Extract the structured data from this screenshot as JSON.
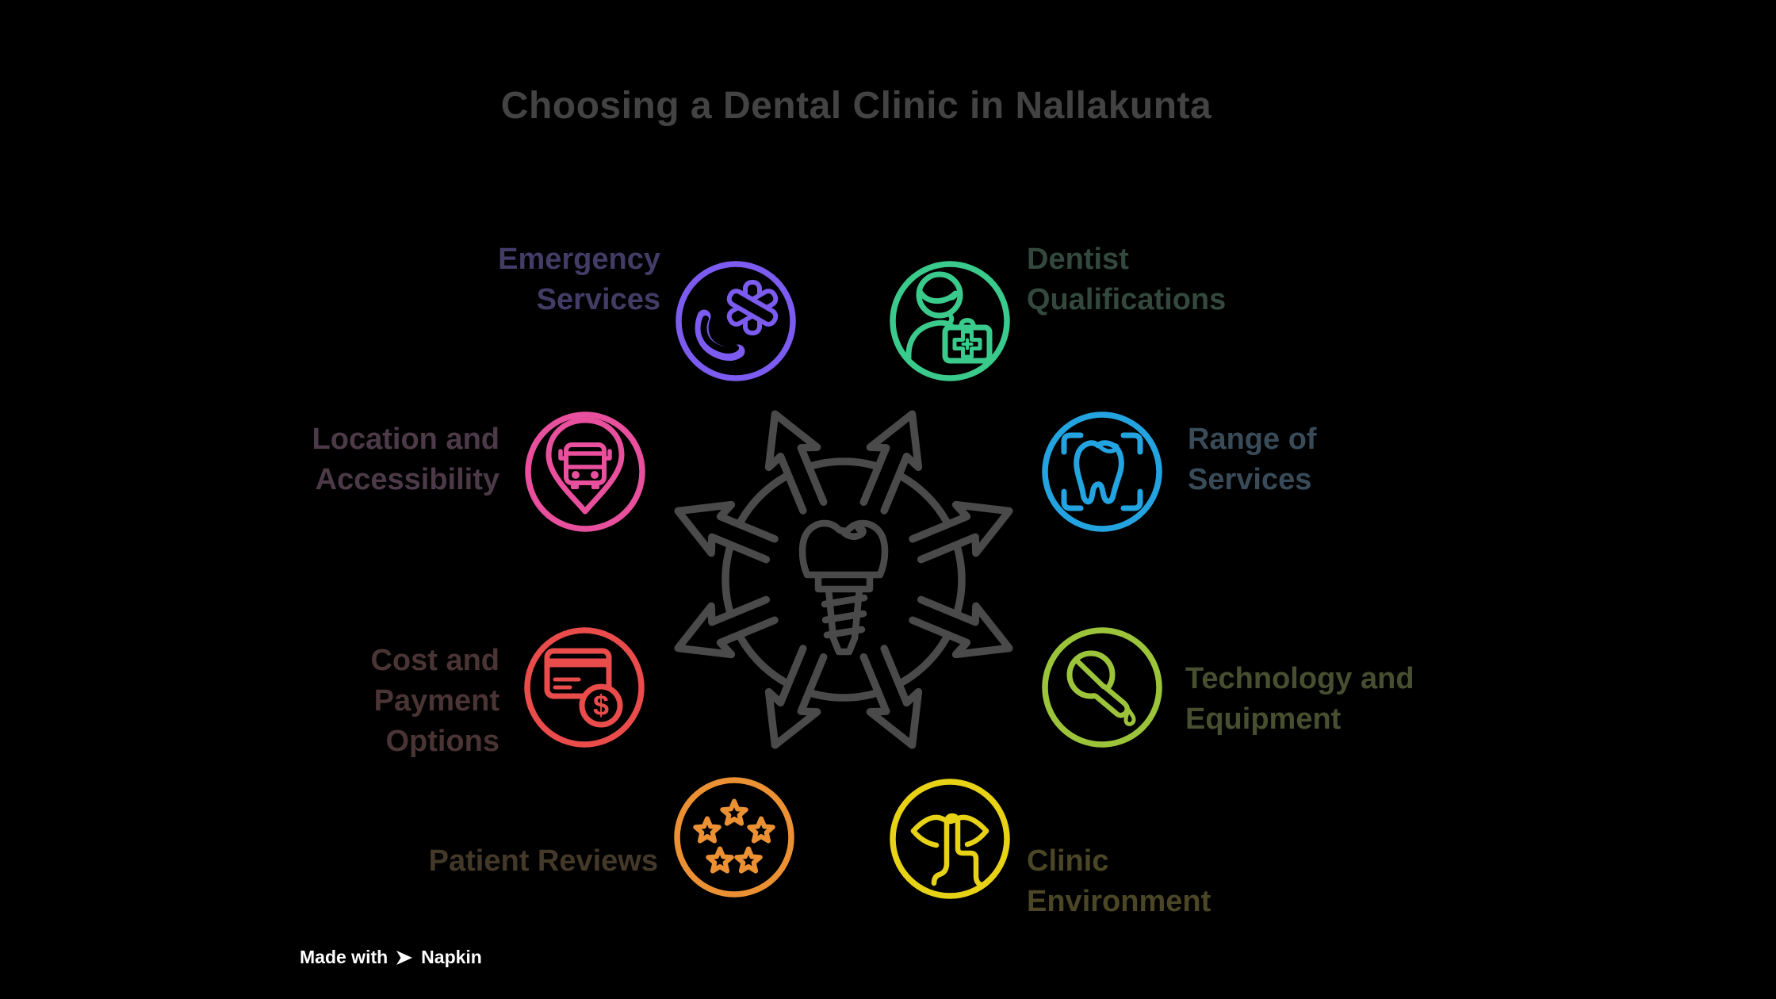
{
  "title": "Choosing a Dental Clinic in Nallakunta",
  "title_color": "#434343",
  "background": "#000000",
  "center": {
    "name": "central-hub",
    "icon": "dental-implant-icon",
    "color": "#4A4A4A"
  },
  "nodes": [
    {
      "name": "emergency-services",
      "label": "Emergency\nServices",
      "icon": "emergency-call-icon",
      "accent": "#7C5CF0",
      "text_color": "#423C66"
    },
    {
      "name": "dentist-qualifications",
      "label": "Dentist\nQualifications",
      "icon": "dentist-first-aid-icon",
      "accent": "#3ACB8C",
      "text_color": "#34493E"
    },
    {
      "name": "location-accessibility",
      "label": "Location and\nAccessibility",
      "icon": "bus-location-pin-icon",
      "accent": "#E8509E",
      "text_color": "#4D3A49"
    },
    {
      "name": "range-of-services",
      "label": "Range of\nServices",
      "icon": "tooth-focus-icon",
      "accent": "#23A3DF",
      "text_color": "#394B58"
    },
    {
      "name": "cost-payment-options",
      "label": "Cost and\nPayment\nOptions",
      "icon": "credit-card-dollar-icon",
      "accent": "#E94C4B",
      "text_color": "#4A3434",
      "coin_symbol": "$"
    },
    {
      "name": "technology-equipment",
      "label": "Technology and\nEquipment",
      "icon": "dental-drill-icon",
      "accent": "#9CC43B",
      "text_color": "#484F31"
    },
    {
      "name": "patient-reviews",
      "label": "Patient Reviews",
      "icon": "five-stars-icon",
      "accent": "#EB9134",
      "text_color": "#443929"
    },
    {
      "name": "clinic-environment",
      "label": "Clinic\nEnvironment",
      "icon": "quiet-gesture-icon",
      "accent": "#E8D216",
      "text_color": "#4B4626"
    }
  ],
  "footer": {
    "made_with": "Made with",
    "brand": "Napkin",
    "color": "#FFFFFF"
  }
}
